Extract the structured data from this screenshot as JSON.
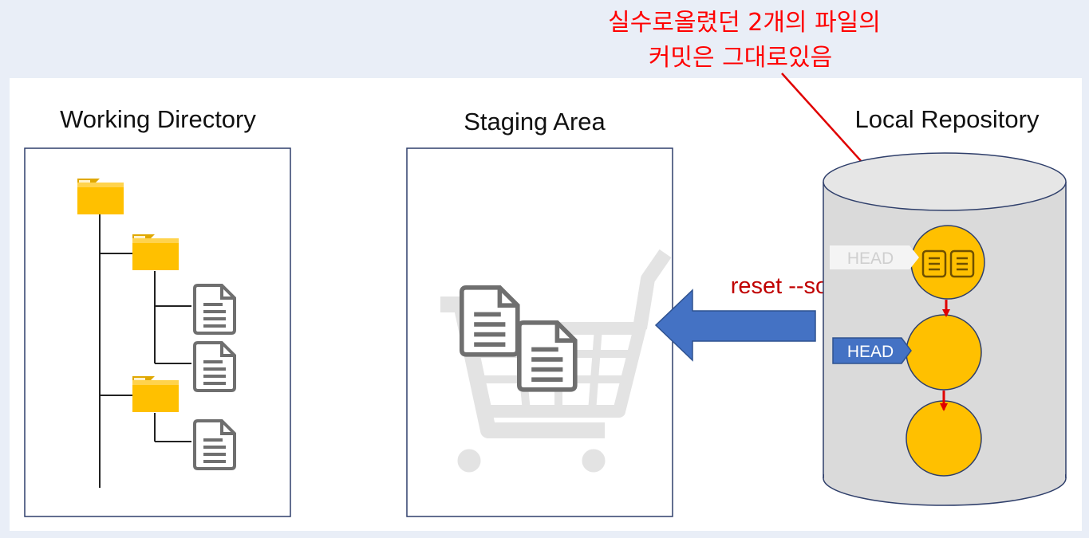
{
  "annotation": {
    "line1": "실수로올렸던 2개의 파일의",
    "line2": "커밋은 그대로있음",
    "color": "#ff0000"
  },
  "panels": {
    "working_directory": "Working Directory",
    "staging_area": "Staging Area",
    "local_repository": "Local Repository"
  },
  "command": {
    "label": "reset --soft",
    "color": "#c00000"
  },
  "head_labels": {
    "old_head": "HEAD",
    "new_head": "HEAD"
  },
  "colors": {
    "commit_fill": "#ffc000",
    "folder_fill": "#ffc000",
    "arrow_blue": "#4472c4",
    "head_tag_blue": "#4472c4",
    "panel_border": "#2f3f6b"
  }
}
